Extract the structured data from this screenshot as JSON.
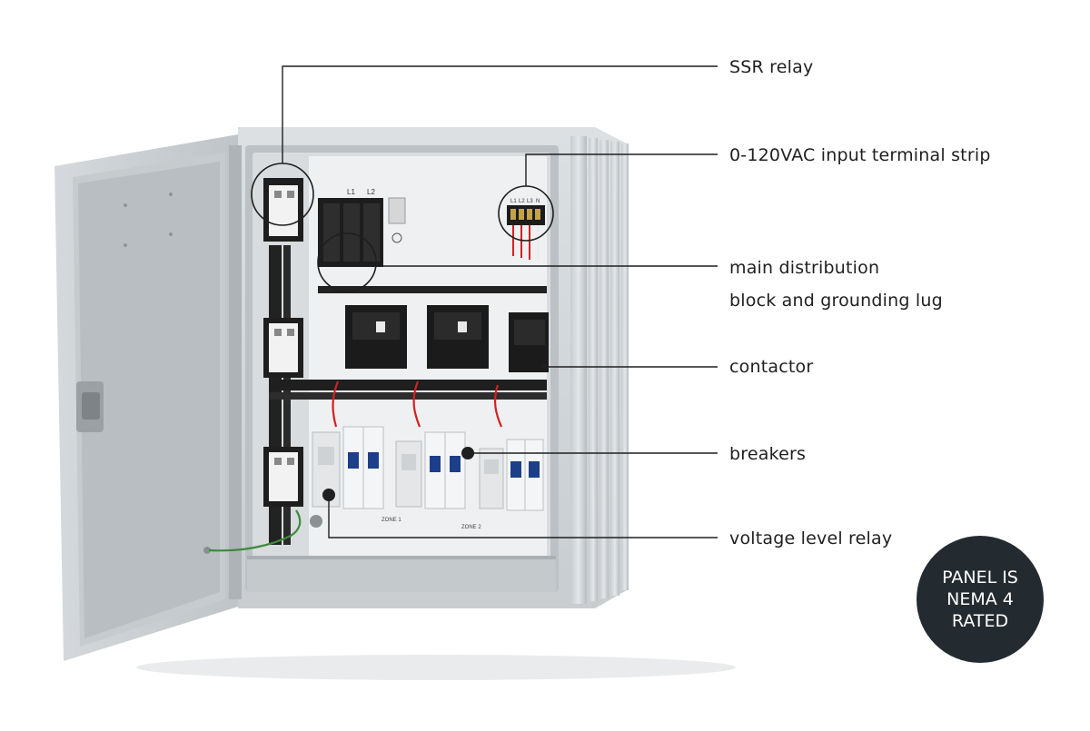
{
  "callouts": {
    "ssr_relay": "SSR relay",
    "input_terminal_strip": "0-120VAC input terminal strip",
    "main_distribution_line1": "main distribution",
    "main_distribution_line2": "block and grounding lug",
    "contactor": "contactor",
    "breakers": "breakers",
    "voltage_level_relay": "voltage level relay"
  },
  "badge": {
    "line1": "PANEL IS",
    "line2": "NEMA 4",
    "line3": "RATED"
  },
  "panel_text": {
    "l1": "L1",
    "l2": "L2",
    "terminal_labels": [
      "L1",
      "L2",
      "L3",
      "N"
    ],
    "zone1": "ZONE 1",
    "zone2": "ZONE 2"
  },
  "colors": {
    "enclosure": "#cfd3d6",
    "enclosure_dark": "#a9afb3",
    "backplate": "#eceff1",
    "badge": "#242b30",
    "leader_line": "#1f1f1f",
    "wire_red": "#d42020",
    "wire_black": "#1a1a1a",
    "wire_green": "#3c8a3c"
  }
}
